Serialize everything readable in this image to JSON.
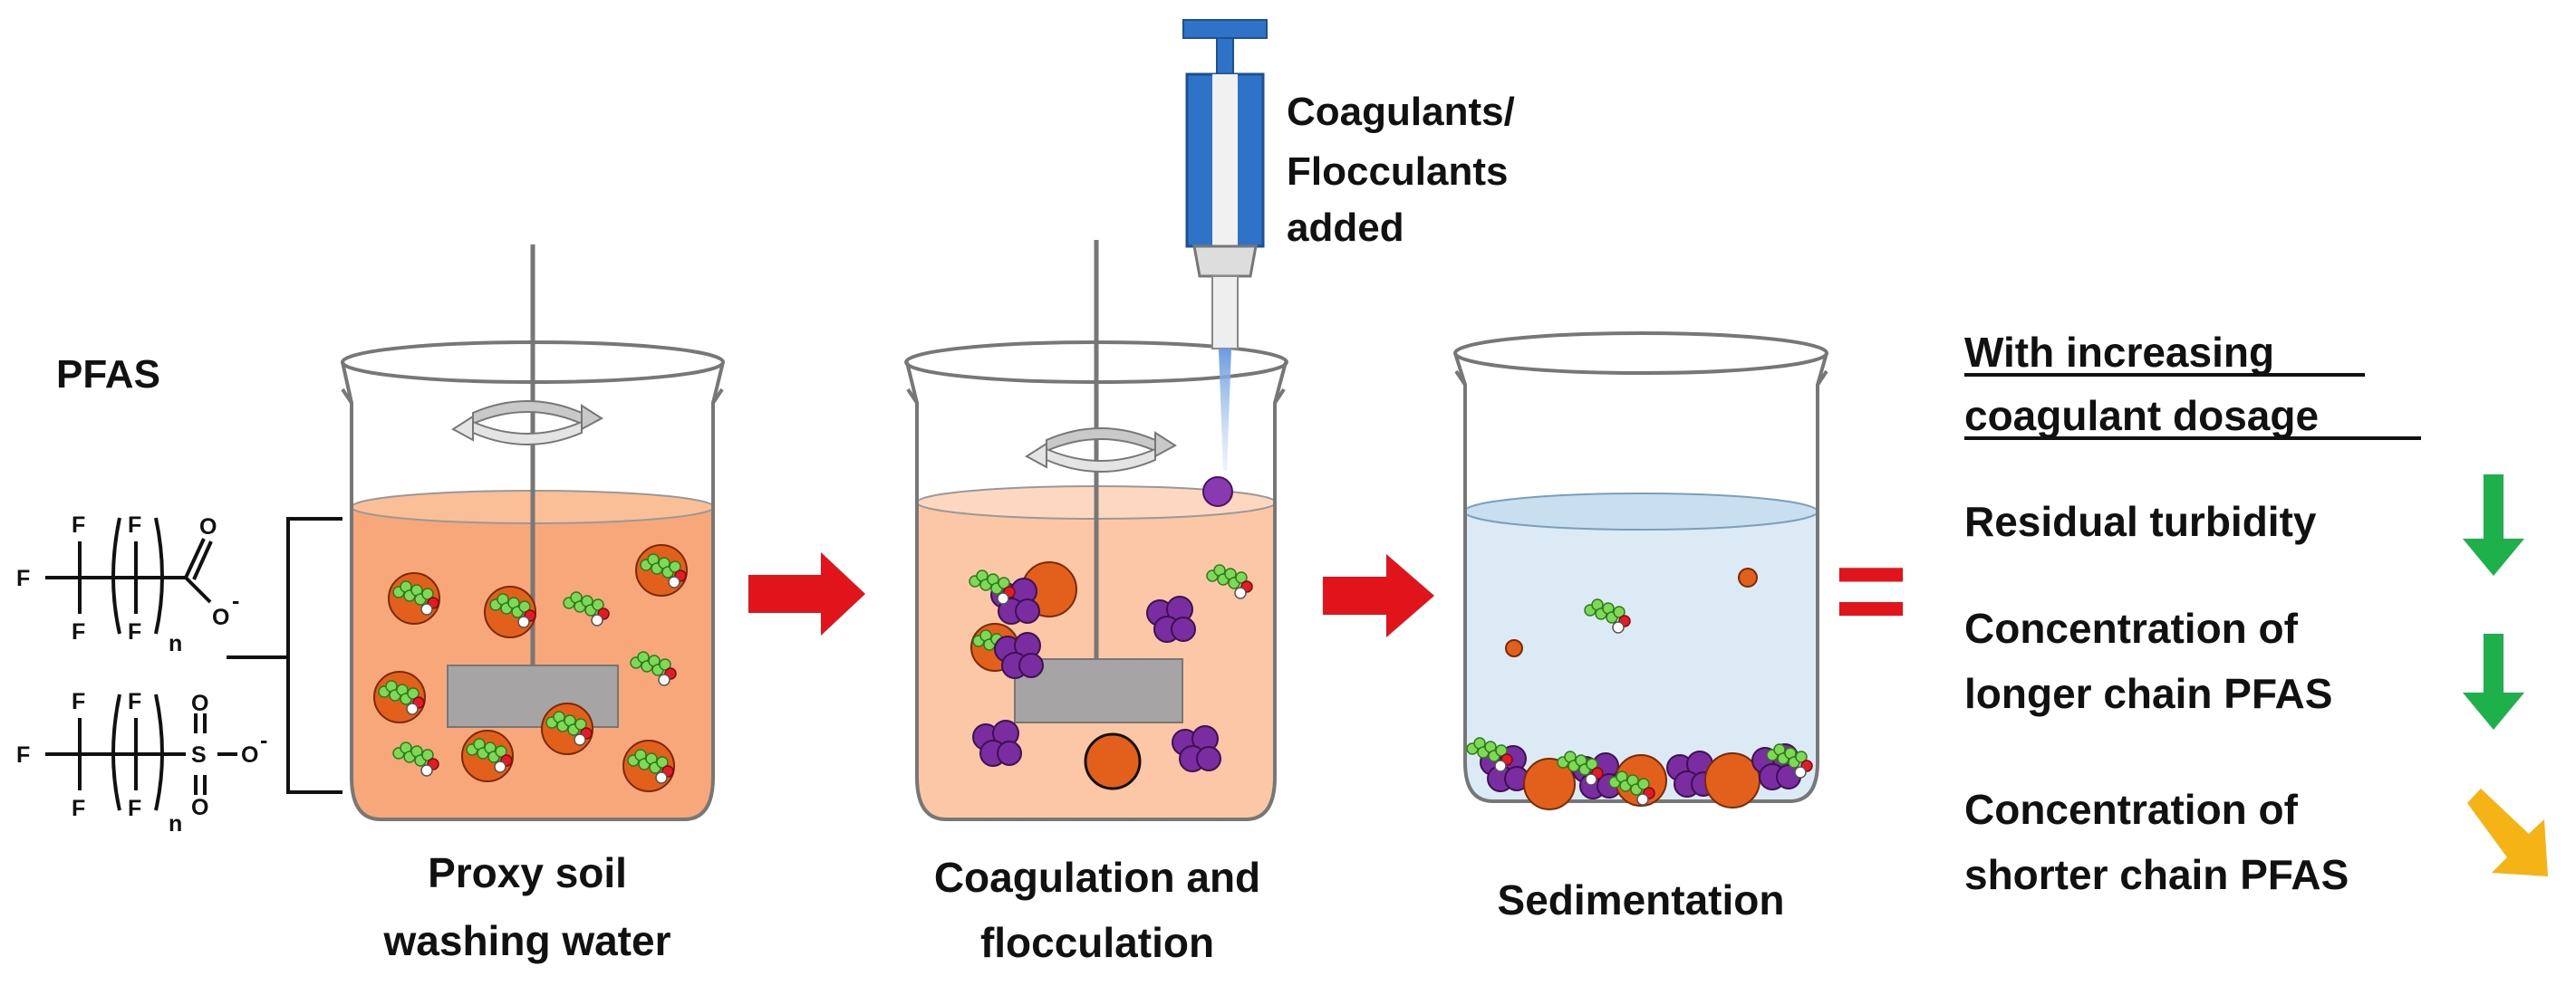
{
  "pfas": {
    "title": "PFAS",
    "carboxylate": {
      "f_top_1": "F",
      "f_top_2": "F",
      "f_left": "F",
      "f_bot_1": "F",
      "f_bot_2": "F",
      "sub_n": "n",
      "o_double": "O",
      "o_minus": "O",
      "charge": "-"
    },
    "sulfonate": {
      "f_top_1": "F",
      "f_top_2": "F",
      "f_left": "F",
      "f_bot_1": "F",
      "f_bot_2": "F",
      "sub_n": "n",
      "s": "S",
      "o_top": "O",
      "o_bot": "O",
      "o_minus": "O",
      "charge": "-"
    }
  },
  "injector": {
    "label_line1": "Coagulants/",
    "label_line2": "Flocculants",
    "label_line3": "added"
  },
  "steps": [
    {
      "label_line1": "Proxy soil",
      "label_line2": "washing water"
    },
    {
      "label_line1": "Coagulation and",
      "label_line2": "flocculation"
    },
    {
      "label_line1": "Sedimentation",
      "label_line2": ""
    }
  ],
  "equals": "=",
  "results": {
    "heading_line1": "With increasing",
    "heading_line2": "coagulant dosage",
    "items": [
      {
        "label_line1": "Residual turbidity",
        "label_line2": "",
        "trend": "decrease",
        "color": "#1db04b"
      },
      {
        "label_line1": "Concentration of",
        "label_line2": "longer chain PFAS",
        "trend": "decrease",
        "color": "#1db04b"
      },
      {
        "label_line1": "Concentration of",
        "label_line2": "shorter chain PFAS",
        "trend": "slight-decrease",
        "color": "#f5b316"
      }
    ]
  },
  "colors": {
    "soil_water": "#f7a77a",
    "floc_water": "#fbc7a6",
    "clear_water": "#dbeaf4",
    "particle": "#e2601b",
    "floc": "#7a2da0",
    "paddle": "#a7a4a5",
    "arrow": "#e0141a",
    "syringe": "#2f73c9"
  }
}
